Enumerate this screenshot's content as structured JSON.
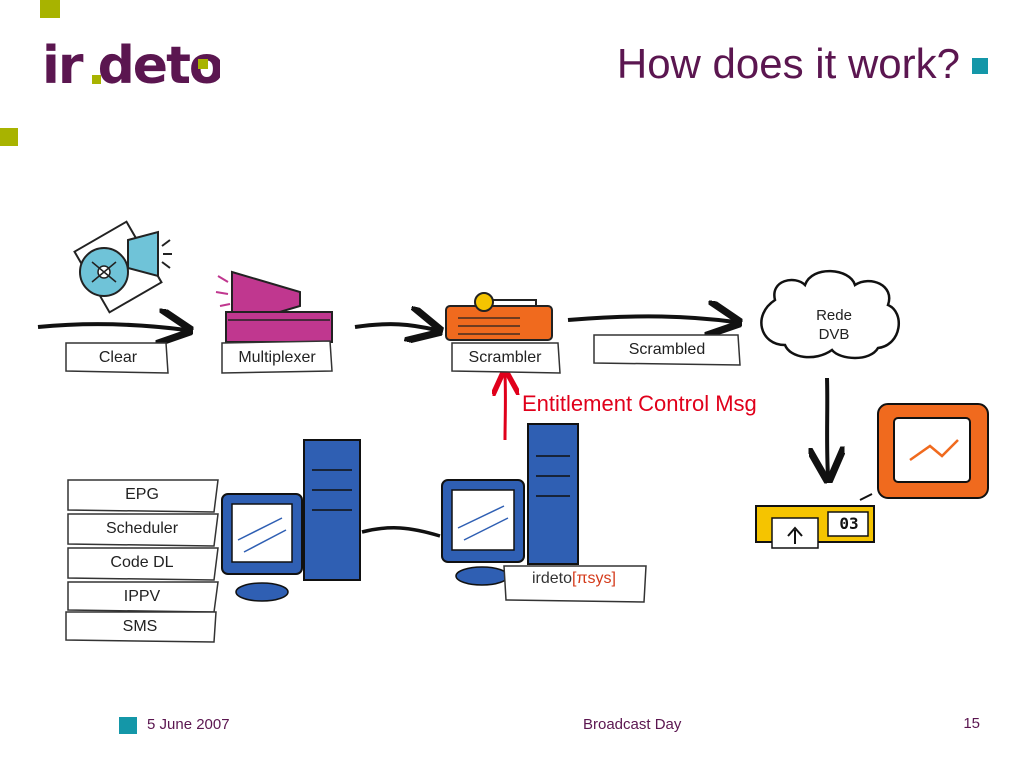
{
  "slide": {
    "title": "How does it work?",
    "logo_text": "irdeto"
  },
  "flow": {
    "clear": "Clear",
    "multiplexer": "Multiplexer",
    "scrambler": "Scrambler",
    "scrambled": "Scrambled",
    "network_line1": "Rede",
    "network_line2": "DVB",
    "ecm": "Entitlement Control Msg"
  },
  "stack": [
    "EPG",
    "Scheduler",
    "Code DL",
    "IPPV",
    "SMS"
  ],
  "pisys": {
    "brand": "irdeto",
    "pi": "π",
    "sys": "sys"
  },
  "stb_display": "03",
  "footer": {
    "date": "5 June 2007",
    "event": "Broadcast Day",
    "page": "15"
  },
  "colors": {
    "brand_purple": "#5b1650",
    "accent_lime": "#a8b300",
    "accent_teal": "#1497a8",
    "ecm_red": "#e0001b",
    "computer_blue": "#2f5fb3",
    "device_orange": "#f06a1e",
    "multiplexer_magenta": "#c0378f",
    "stb_yellow": "#f5c400"
  }
}
